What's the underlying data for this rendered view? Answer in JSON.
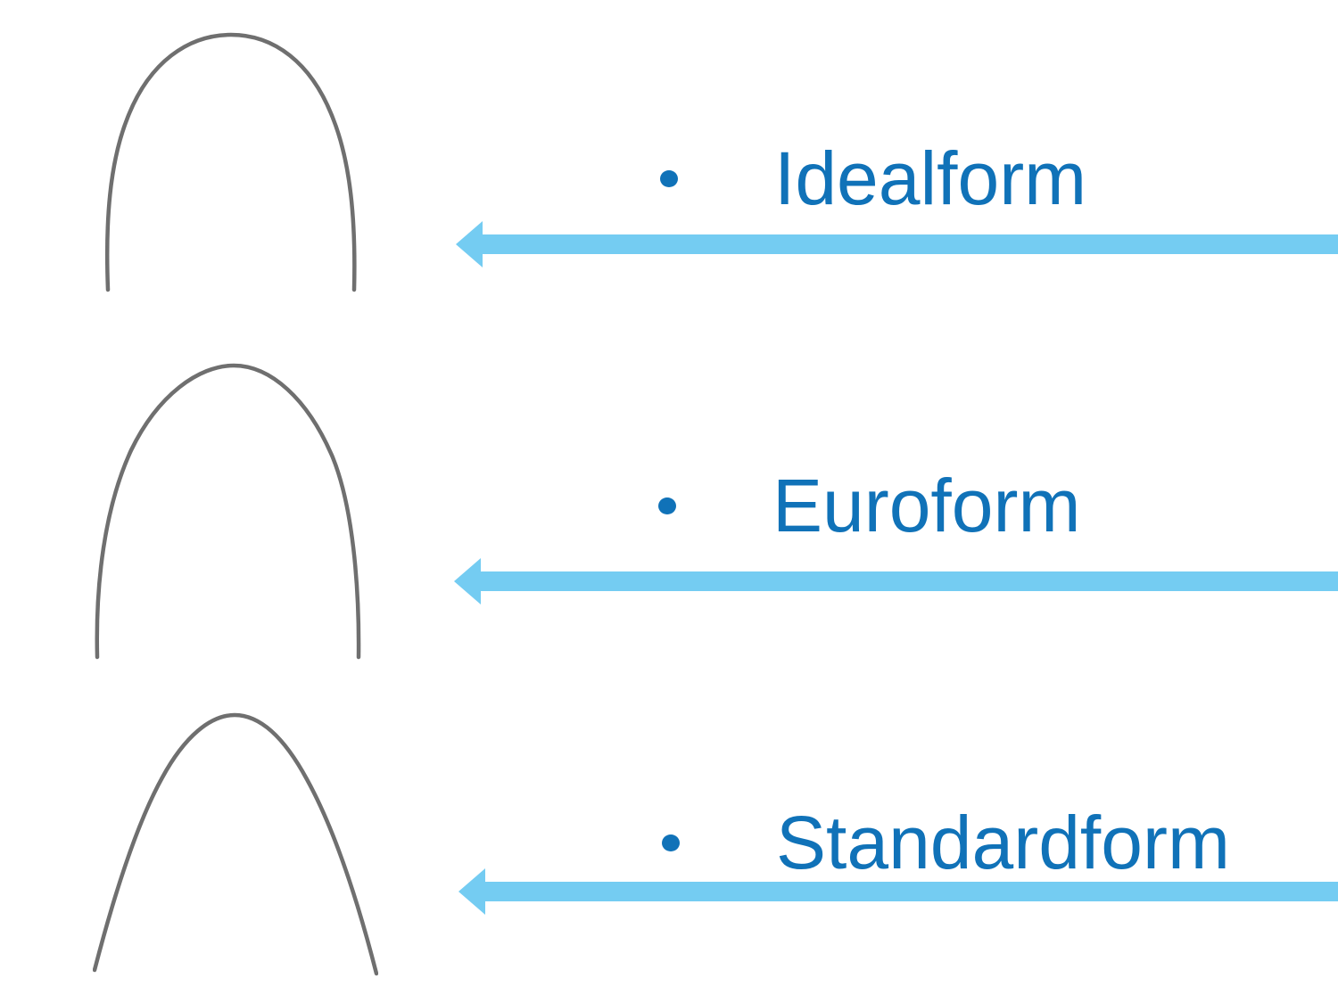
{
  "slide": {
    "background": "#ffffff",
    "colors": {
      "label_text": "#1072b8",
      "bullet": "#1072b8",
      "arrow": "#74ccf2",
      "wire": "#6f6f6f"
    },
    "items": [
      {
        "label": "Idealform",
        "image": "idealform-archwire-curve"
      },
      {
        "label": "Euroform",
        "image": "euroform-archwire-curve"
      },
      {
        "label": "Standardform",
        "image": "standardform-archwire-curve"
      }
    ]
  }
}
